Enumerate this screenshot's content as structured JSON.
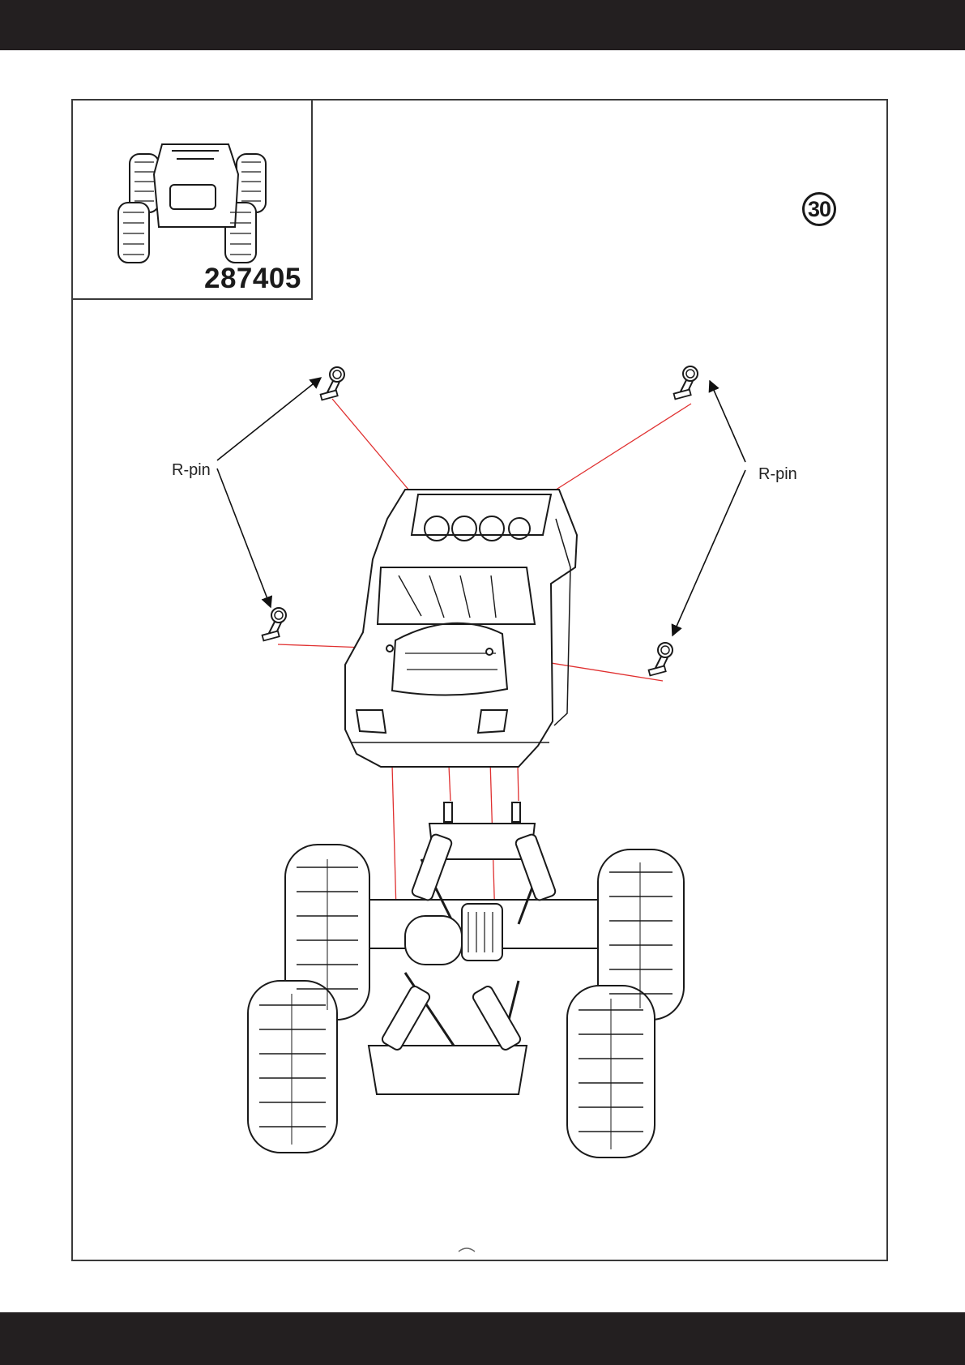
{
  "page": {
    "part_number": "287405",
    "step_number": "30",
    "callouts": {
      "left_label": "R-pin",
      "right_label": "R-pin"
    }
  },
  "icons": [
    "r-pin-clip-icon",
    "rc-monster-truck-thumbnail",
    "truck-body-shell",
    "truck-chassis"
  ],
  "colors": {
    "header_bar": "#231f20",
    "frame_border": "#3a3a3a",
    "guide_lines": "#e03030",
    "line_art": "#1a1a1a"
  }
}
